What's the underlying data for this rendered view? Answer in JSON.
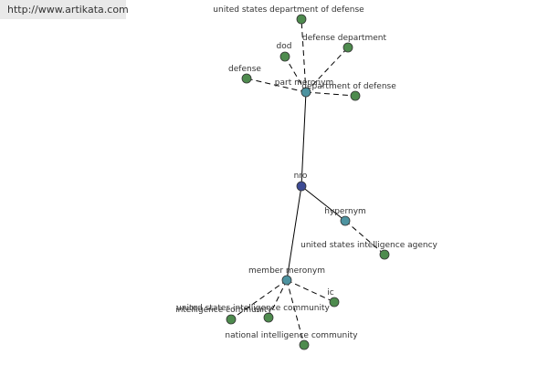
{
  "url": "http://www.artikata.com",
  "colors": {
    "center_node": "#3d4b94",
    "relation_node": "#4d93a0",
    "term_node": "#4e8b4e",
    "edge": "#000000"
  },
  "center": {
    "label": "nro"
  },
  "relations": [
    {
      "id": "part_meronym",
      "label": "part meronym",
      "terms": [
        "united states department of defense",
        "dod",
        "defense department",
        "defense",
        "department of defense"
      ]
    },
    {
      "id": "hypernym",
      "label": "hypernym",
      "terms": [
        "united states intelligence agency"
      ]
    },
    {
      "id": "member_meronym",
      "label": "member meronym",
      "terms": [
        "ic",
        "united states intelligence community",
        "intelligence community",
        "national intelligence community"
      ]
    }
  ]
}
